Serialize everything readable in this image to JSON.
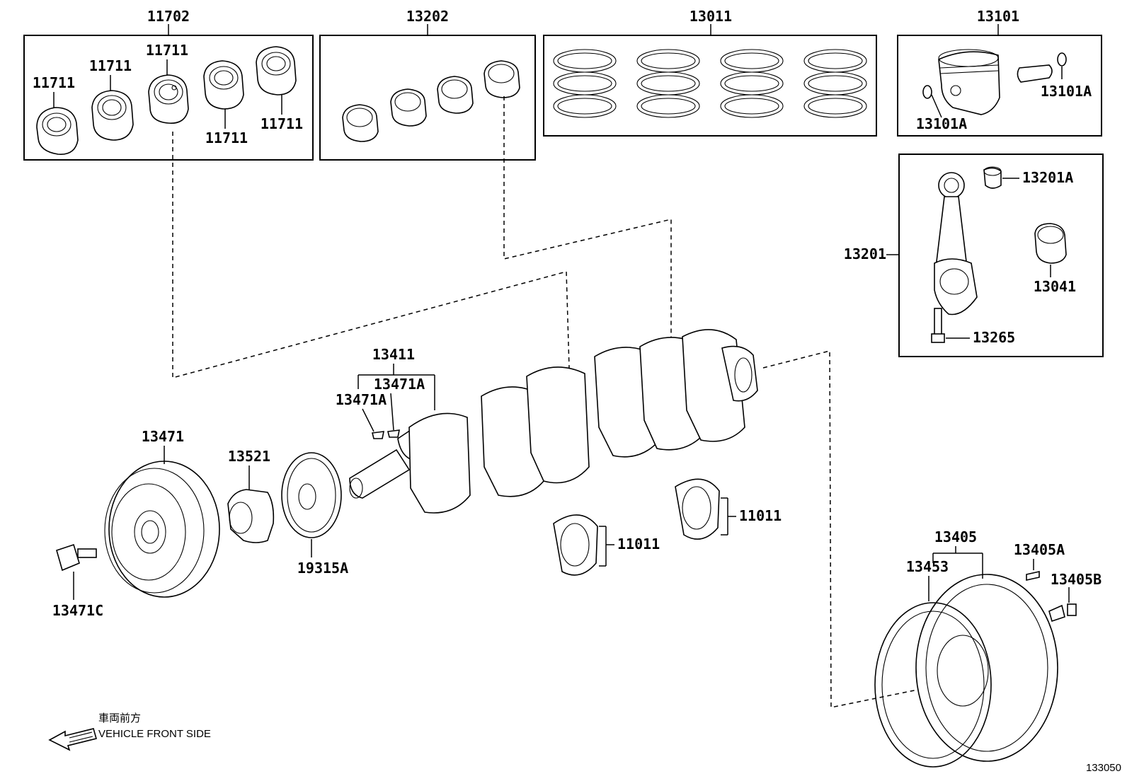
{
  "diagram": {
    "figure_number": "133050",
    "direction_note": {
      "japanese": "車両前方",
      "english": "VEHICLE FRONT SIDE"
    },
    "groups": {
      "main_bearing_set": "11702",
      "conrod_bearing_set": "13202",
      "piston_ring_set": "13011",
      "piston_subassy": "13101",
      "connecting_rod_subassy": "13201"
    },
    "labels": {
      "brg_1": "11711",
      "brg_2": "11711",
      "brg_3": "11711",
      "brg_4": "11711",
      "brg_5": "11711",
      "snap_ring_left": "13101A",
      "snap_ring_right": "13101A",
      "rod_bushing": "13201A",
      "rod_bearing": "13041",
      "rod_bolt": "13265",
      "crank_key_group": "13411",
      "key_1": "13471A",
      "key_2": "13471A",
      "pulley": "13471",
      "pulley_bolt": "13471C",
      "timing_gear": "13521",
      "sensor_plate": "19315A",
      "thrust_washer_front": "11011",
      "thrust_washer_rear": "11011",
      "flywheel": "13405",
      "ring_gear": "13453",
      "flywheel_pin": "13405A",
      "flywheel_bolt": "13405B"
    }
  }
}
